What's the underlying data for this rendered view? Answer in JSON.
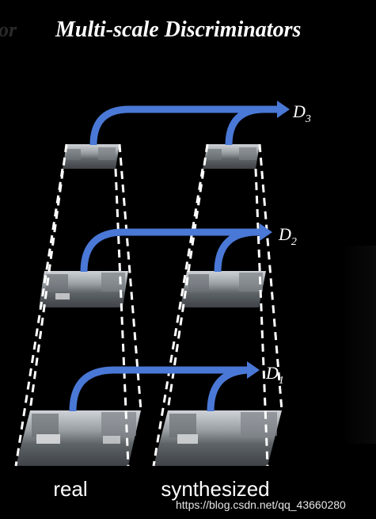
{
  "title": "Multi-scale Discriminators",
  "fragment": "or",
  "discriminators": [
    {
      "letter": "D",
      "sub": "3"
    },
    {
      "letter": "D",
      "sub": "2"
    },
    {
      "letter": "D",
      "sub": "1"
    }
  ],
  "columns": [
    {
      "label": "real"
    },
    {
      "label": "synthesized"
    }
  ],
  "watermark": "https://blog.csdn.net/qq_43660280",
  "colors": {
    "background": "#000000",
    "arrow": "#4a78d6",
    "dash": "#ffffff",
    "text": "#ffffff",
    "sky": "#c9cdd2",
    "street": "#5d6065",
    "road": "#44474b"
  }
}
